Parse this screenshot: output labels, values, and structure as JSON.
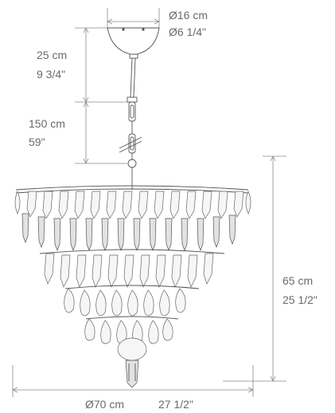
{
  "dimensions": {
    "canopy_diameter_cm": "Ø16 cm",
    "canopy_diameter_in": "Ø6 1/4\"",
    "canopy_height_cm": "25 cm",
    "canopy_height_in": "9 3/4\"",
    "chain_length_cm": "150 cm",
    "chain_length_in": "59\"",
    "body_height_cm": "65 cm",
    "body_height_in": "25 1/2\"",
    "body_diameter_cm": "Ø70 cm",
    "body_diameter_in": "27 1/2\""
  },
  "colors": {
    "dimension_lines": "#8a8a8a",
    "drawing_lines": "#555555",
    "text": "#6a6a6a"
  }
}
